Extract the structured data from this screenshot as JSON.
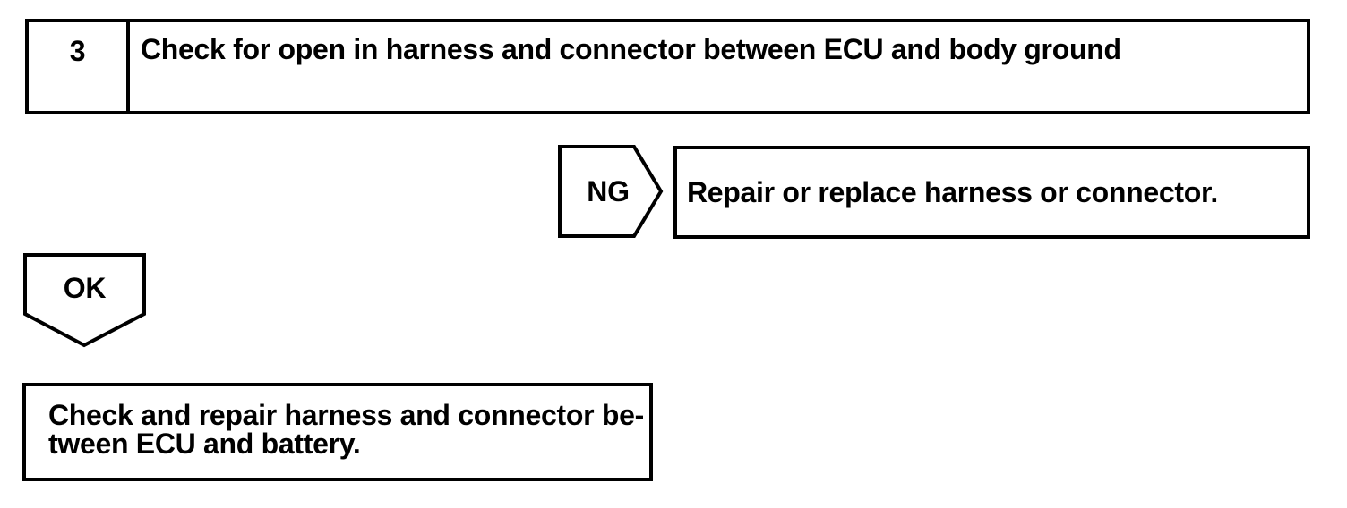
{
  "colors": {
    "ink": "#000000",
    "background": "#ffffff"
  },
  "flowchart": {
    "step": {
      "number": "3",
      "instruction": "Check for open in harness and connector between ECU and body ground"
    },
    "ng": {
      "label": "NG",
      "action": "Repair or replace harness or connector."
    },
    "ok": {
      "label": "OK",
      "action_line1": "Check and repair harness and connector be-",
      "action_line2": "tween ECU and battery."
    }
  }
}
